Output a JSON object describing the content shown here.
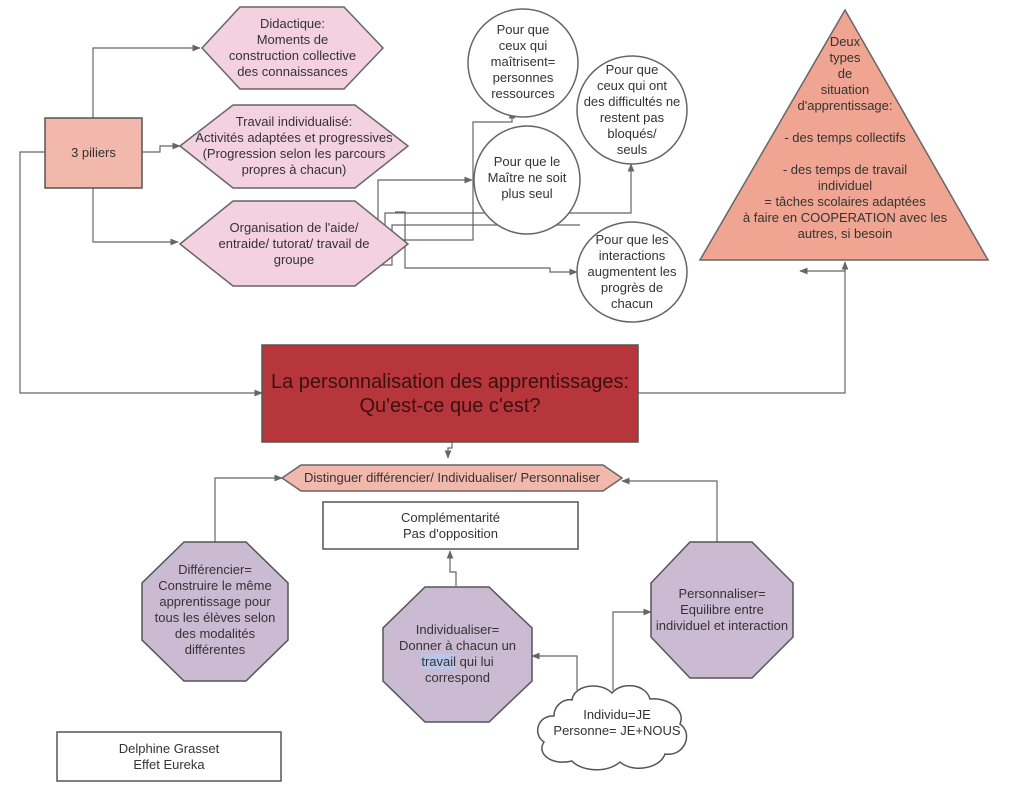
{
  "colors": {
    "hex_pink": "#f3d1df",
    "salmon": "#f2b8ac",
    "dark_red": "#b7363c",
    "purple": "#cbbbd2",
    "tri_salmon": "#f0a593",
    "line": "#666666",
    "highlight": "#b9c6ea"
  },
  "pillars": {
    "label": "3 piliers",
    "didactique": "Didactique:\nMoments de\nconstruction collective\ndes connaissances",
    "travail": "Travail individualisé:\nActivités adaptées et progressives\n(Progression selon les parcours\npropres à chacun)",
    "organisation": "Organisation de l'aide/\nentraide/ tutorat/ travail de\ngroupe"
  },
  "circles": {
    "maitrisent": "Pour que\nceux qui\nmaîtrisent=\npersonnes\nressources",
    "difficultes": "Pour que\nceux qui ont\ndes difficultés ne\nrestent pas\nbloqués/\nseuls",
    "maitre": "Pour que le\nMaître ne soit\nplus seul",
    "interactions": "Pour que les\ninteractions\naugmentent les\nprogrès de\nchacun"
  },
  "triangle": {
    "text": "Deux\ntypes\nde\nsituation\nd'apprentissage:\n\n- des temps collectifs\n\n- des temps de travail\nindividuel\n= tâches scolaires adaptées\nà faire en COOPERATION avec les\nautres, si besoin"
  },
  "title": "La personnalisation des apprentissages:\nQu'est-ce que c'est?",
  "distinguer": "Distinguer différencier/ Individualiser/ Personnaliser",
  "complementarite": "Complémentarité\nPas d'opposition",
  "differencier": "Différencier=\nConstruire le même\napprentissage pour\ntous les élèves selon\ndes modalités\ndifférentes",
  "individualiser": {
    "line1": "Individualiser=\nDonner à chacun un",
    "highlighted_word": "travail",
    "line2_rest": " qui lui",
    "line3": "correspond"
  },
  "personnaliser": "Personnaliser=\nEquilibre entre\nindividuel et interaction",
  "cloud": "Individu=JE\nPersonne= JE+NOUS",
  "credit": "Delphine Grasset\nEffet Eureka"
}
